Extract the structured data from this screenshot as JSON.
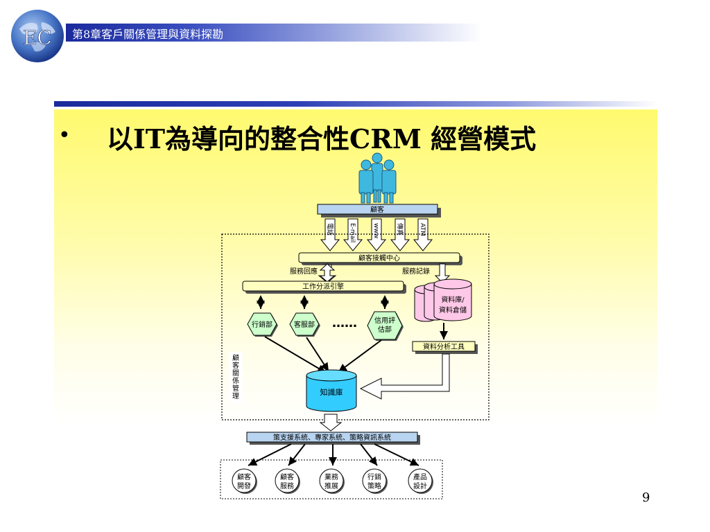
{
  "header": {
    "title": "第8章客戶關係管理與資料探勘",
    "logo_text": "EC"
  },
  "slide": {
    "bullet": "•",
    "heading": "以IT為導向的整合性CRM 經營模式",
    "page_number": "9"
  },
  "diagram": {
    "customer_label": "顧客",
    "channels": [
      "電話",
      "E-mail",
      "www",
      "傳真",
      "ATM"
    ],
    "contact_center": "顧客接觸中心",
    "service_response": "服務回應",
    "service_record": "服務記錄",
    "dispatch_engine": "工作分派引擎",
    "departments": [
      "行銷部",
      "客服部",
      "信用評估部"
    ],
    "ellipsis": "……",
    "data_warehouse": "資料庫/資料倉儲",
    "analysis_tools": "資料分析工具",
    "knowledge_base": "知識庫",
    "crm_side_label": "顧客關係管理",
    "decision_support": "策支援系統、專家系統、策略資訊系統",
    "outputs": [
      "顧客開發",
      "顧客服務",
      "業務推展",
      "行銷策略",
      "產品設計"
    ]
  },
  "colors": {
    "header_blue": "#1a2a9c",
    "panel_yellow": "#fffa6e",
    "customer_box": "#b8d4f0",
    "person_fill": "#3fb8e0",
    "process_yellow": "#ffffc0",
    "dept_green": "#ccffcc",
    "warehouse_pink": "#ffc8e8",
    "knowledge_cyan": "#33ccff"
  }
}
